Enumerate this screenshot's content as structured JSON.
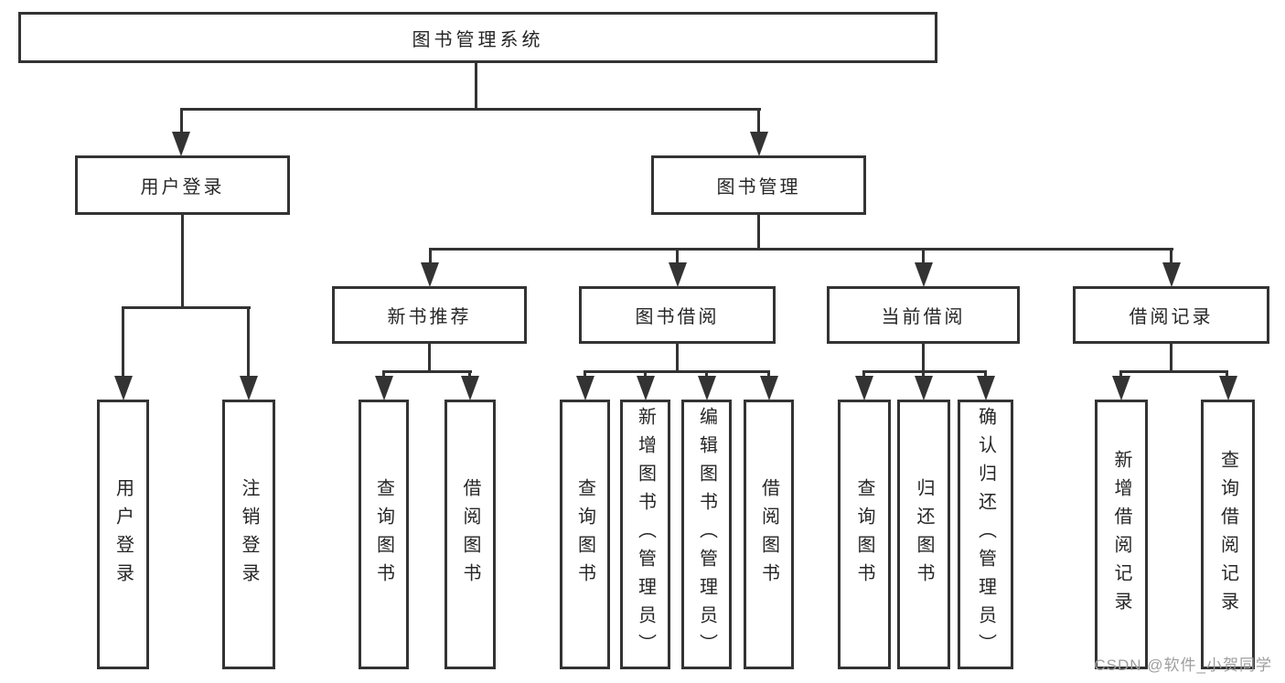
{
  "colors": {
    "line": "#333333",
    "border": "#333333",
    "text": "#262626",
    "watermark": "#9e9e9e",
    "background": "#ffffff"
  },
  "watermark": {
    "text": "CSDN @软件_小贺同学"
  },
  "tree": {
    "root": {
      "label": "图书管理系统"
    },
    "branches": [
      {
        "label": "用户登录",
        "children": [
          {
            "label": "用户登录"
          },
          {
            "label": "注销登录"
          }
        ]
      },
      {
        "label": "图书管理",
        "children": [
          {
            "label": "新书推荐",
            "children": [
              {
                "label": "查询图书"
              },
              {
                "label": "借阅图书"
              }
            ]
          },
          {
            "label": "图书借阅",
            "children": [
              {
                "label": "查询图书"
              },
              {
                "label": "新增图书（管理员）"
              },
              {
                "label": "编辑图书（管理员）"
              },
              {
                "label": "借阅图书"
              }
            ]
          },
          {
            "label": "当前借阅",
            "children": [
              {
                "label": "查询图书"
              },
              {
                "label": "归还图书"
              },
              {
                "label": "确认归还（管理员）"
              }
            ]
          },
          {
            "label": "借阅记录",
            "children": [
              {
                "label": "新增借阅记录"
              },
              {
                "label": "查询借阅记录"
              }
            ]
          }
        ]
      }
    ]
  }
}
